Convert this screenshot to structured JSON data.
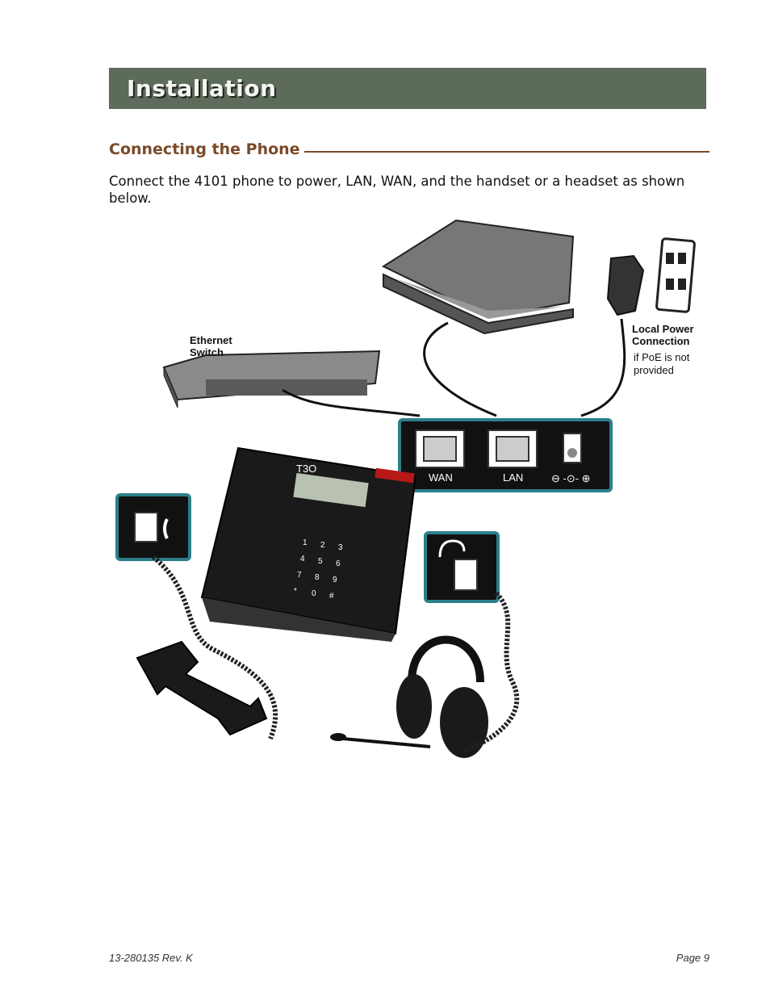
{
  "header": {
    "title": "Installation"
  },
  "section": {
    "title": "Connecting the Phone",
    "intro": "Connect the 4101 phone to power, LAN, WAN, and the handset or a headset as shown below."
  },
  "diagram": {
    "switch_label_1": "Ethernet",
    "switch_label_2": "Switch",
    "power_label_1": "Local Power",
    "power_label_2": "Connection",
    "power_note_1": "if PoE is not",
    "power_note_2": "provided",
    "port_wan": "WAN",
    "port_lan": "LAN",
    "power_symbols": "⊖ -⊙- ⊕",
    "phone_brand": "T3O",
    "keypad": [
      "1",
      "2",
      "3",
      "4",
      "5",
      "6",
      "7",
      "8",
      "9",
      "*",
      "0",
      "#"
    ]
  },
  "footer": {
    "doc_id": "13-280135  Rev. K",
    "page": "Page 9"
  },
  "colors": {
    "banner": "#5d6b5a",
    "section_title": "#7a4a2a",
    "callout": "#2c7f8a"
  }
}
